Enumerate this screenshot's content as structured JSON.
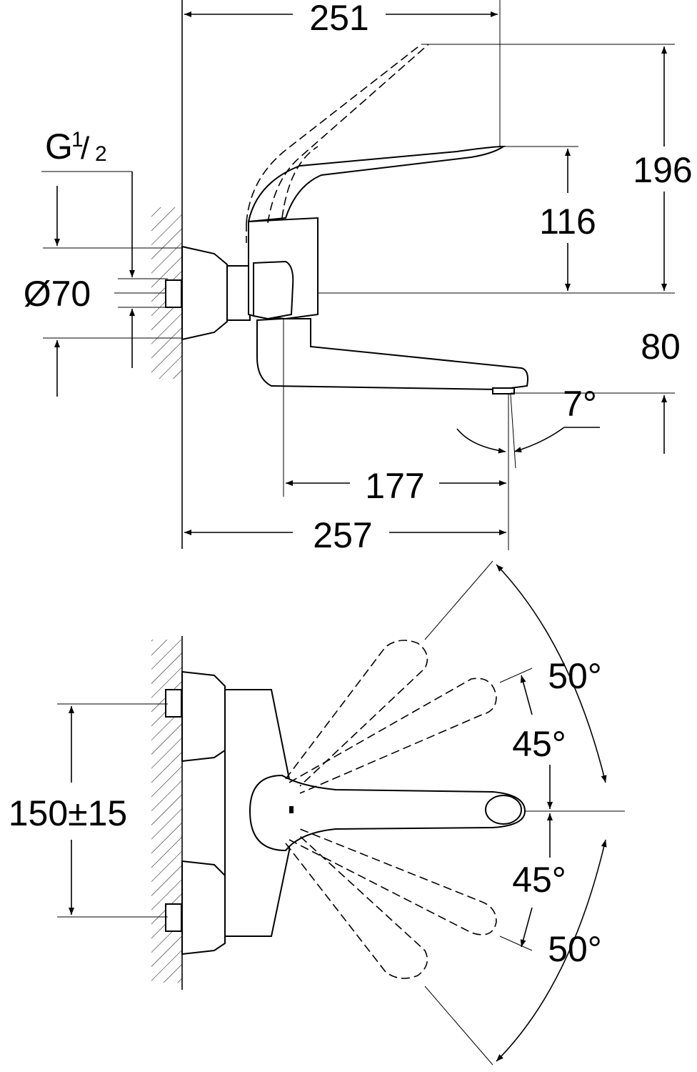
{
  "side_view": {
    "width_top": "251",
    "height_total": "196",
    "height_handle": "116",
    "thread_main": "G",
    "thread_num": "1",
    "thread_den": "2",
    "diameter": "Ø70",
    "spout_height": "80",
    "spout_angle": "7°",
    "spout_reach": "177",
    "projection": "257"
  },
  "plan_view": {
    "angle_outer_top": "50°",
    "angle_inner_top": "45°",
    "angle_inner_bottom": "45°",
    "angle_outer_bottom": "50°",
    "centers": "150±15"
  }
}
